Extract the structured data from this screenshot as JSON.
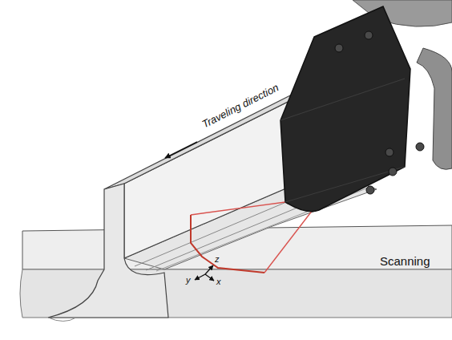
{
  "diagram": {
    "labels": [
      "Traveling direction",
      "Scanning",
      "z",
      "y",
      "x"
    ]
  }
}
